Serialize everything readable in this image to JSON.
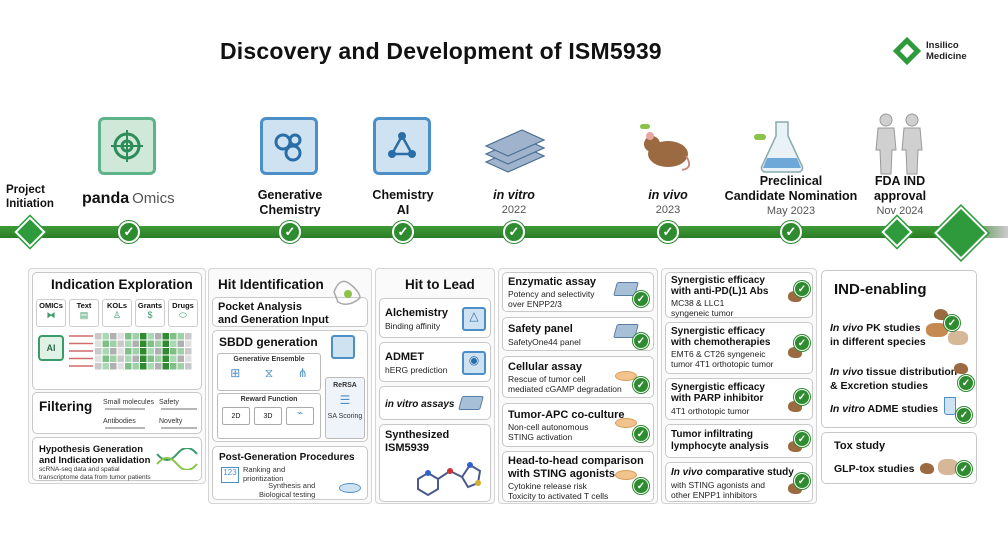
{
  "title": "Discovery and Development of ISM5939",
  "brand": {
    "line1": "Insilico",
    "line2": "Medicine"
  },
  "colors": {
    "green": "#2e8b2f",
    "teal": "#5fb38a",
    "blue": "#4c8fc6"
  },
  "milestones": [
    {
      "label1": "Project",
      "label2": "Initiation"
    },
    {
      "label1": "panda",
      "label2": "Omics"
    },
    {
      "label1": "Generative",
      "label2": "Chemistry"
    },
    {
      "label1": "Chemistry",
      "label2": "AI"
    },
    {
      "label1": "in vitro",
      "label2": "2022"
    },
    {
      "label1": "in vivo",
      "label2": "2023"
    },
    {
      "label1": "Preclinical",
      "label2": "Candidate Nomination",
      "label3": "May 2023"
    },
    {
      "label1": "FDA IND",
      "label2": "approval",
      "label3": "Nov 2024"
    }
  ],
  "indication": {
    "title": "Indication Exploration",
    "sources": [
      "OMICs",
      "Text",
      "KOLs",
      "Grants",
      "Drugs"
    ],
    "ai": "AI",
    "filtering": "Filtering",
    "filters": [
      "Small molecules",
      "Safety",
      "Antibodies",
      "Novelty"
    ],
    "hypo_title1": "Hypothesis Generation",
    "hypo_title2": "and Indication validation",
    "hypo_sub1": "scRNA-seq data and spatial",
    "hypo_sub2": "transcriptome data from tumor patients"
  },
  "hit_id": {
    "title": "Hit Identification",
    "pocket1": "Pocket Analysis",
    "pocket2": "and Generation Input",
    "sbdd": "SBDD generation",
    "ensemble": "Generative Ensemble",
    "reward": "Reward Function",
    "d2": "2D",
    "d3": "3D",
    "rersa": "ReRSA",
    "sa": "SA Scoring",
    "post": "Post-Generation Procedures",
    "rank1": "Ranking and",
    "rank2": "prioritization",
    "synth1": "Synthesis and",
    "synth2": "Biological testing"
  },
  "hit_lead": {
    "title": "Hit to Lead",
    "alch": "Alchemistry",
    "alch_sub": "Binding affinity",
    "admet": "ADMET",
    "admet_sub": "hERG prediction",
    "invitro": "in vitro assays",
    "synth1": "Synthesized",
    "synth2": "ISM5939"
  },
  "assays": [
    {
      "title": "Enzymatic assay",
      "sub1": "Potency and selectivity",
      "sub2": "over ENPP2/3"
    },
    {
      "title": "Safety panel",
      "sub1": "SafetyOne44 panel",
      "sub2": ""
    },
    {
      "title": "Cellular assay",
      "sub1": "Rescue of tumor cell",
      "sub2": "mediated cGAMP degradation"
    },
    {
      "title": "Tumor-APC co-culture",
      "sub1": "Non-cell autonomous",
      "sub2": "STING activation"
    },
    {
      "title1": "Head-to-head comparison",
      "title2": "with STING agonists",
      "sub1": "Cytokine release risk",
      "sub2": "Toxicity to activated T cells"
    }
  ],
  "invivo": [
    {
      "t1": "Synergistic efficacy",
      "t2": "with anti-PD(L)1 Abs",
      "s1": "MC38 & LLC1",
      "s2": "syngeneic tumor"
    },
    {
      "t1": "Synergistic efficacy",
      "t2": "with chemotherapies",
      "s1": "EMT6 & CT26 syngeneic",
      "s2": "tumor 4T1 orthotopic tumor"
    },
    {
      "t1": "Synergistic efficacy",
      "t2": "with PARP inhibitor",
      "s1": "4T1 orthotopic tumor",
      "s2": ""
    },
    {
      "t1": "Tumor infiltrating",
      "t2": "lymphocyte analysis",
      "s1": "",
      "s2": ""
    },
    {
      "t1a": "In vivo",
      "t1b": " comparative study",
      "s1": "with STING agonists and",
      "s2": "other ENPP1 inhibitors"
    }
  ],
  "ind": {
    "title": "IND-enabling",
    "pk1a": "In vivo",
    "pk1b": " PK studies",
    "pk2": "in different species",
    "td1a": "In vivo",
    "td1b": " tissue distribution",
    "td2": "& Excretion studies",
    "adme_a": "In vitro",
    "adme_b": " ADME studies",
    "tox": "Tox study",
    "glp": "GLP-tox studies"
  }
}
